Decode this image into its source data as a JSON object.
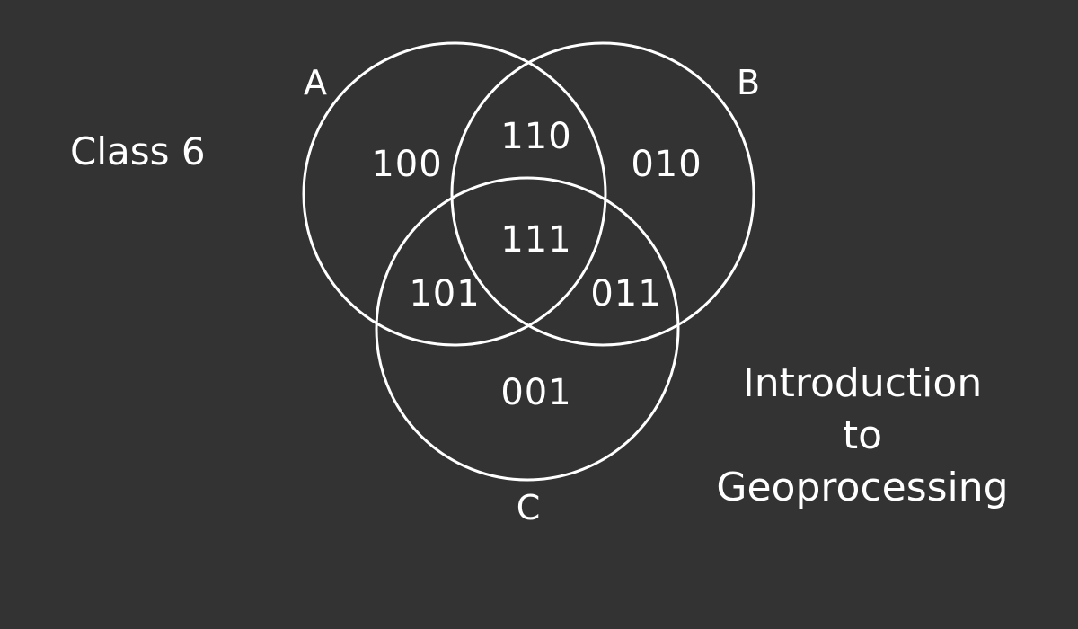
{
  "class_label": "Class 6",
  "title_lines": [
    "Introduction",
    "to",
    "Geoprocessing"
  ],
  "sets": [
    {
      "name": "A"
    },
    {
      "name": "B"
    },
    {
      "name": "C"
    }
  ],
  "regions": [
    {
      "code": "100"
    },
    {
      "code": "110"
    },
    {
      "code": "010"
    },
    {
      "code": "111"
    },
    {
      "code": "101"
    },
    {
      "code": "011"
    },
    {
      "code": "001"
    }
  ],
  "colors": {
    "background": "#333333",
    "foreground": "#ffffff"
  }
}
